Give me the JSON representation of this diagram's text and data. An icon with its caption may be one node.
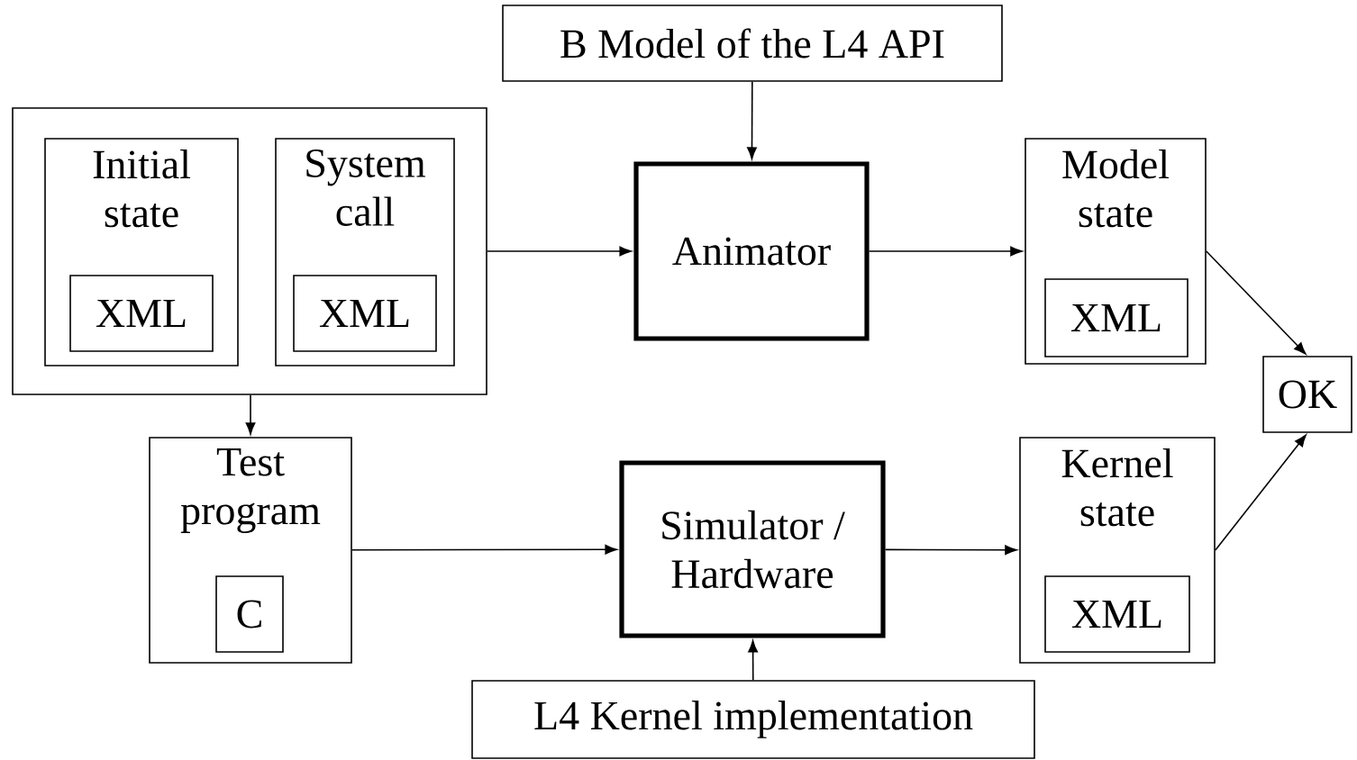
{
  "diagram": {
    "nodes": [
      {
        "text": [],
        "shape": "box"
      },
      {
        "text": [
          "Initial state"
        ],
        "in": 0
      },
      {
        "text": [
          "XML"
        ],
        "in": 1
      },
      {
        "text": [
          "System call"
        ],
        "in": 0
      },
      {
        "text": [
          "XML"
        ],
        "in": 3
      },
      {
        "text": [
          "B Model of the L4 API"
        ]
      },
      {
        "text": [
          "Animator"
        ]
      },
      {
        "text": [
          "Model state"
        ]
      },
      {
        "text": [
          "XML"
        ],
        "in": 7
      },
      {
        "text": [
          "OK"
        ]
      },
      {
        "text": [
          "Test program"
        ]
      },
      {
        "text": [
          "C"
        ],
        "in": 10
      },
      {
        "text": [
          "Simulator / Hardware"
        ]
      },
      {
        "text": [
          "Kernel state"
        ]
      },
      {
        "text": [
          "XML"
        ],
        "in": 13
      },
      {
        "text": [
          "L4 Kernel implementation"
        ]
      }
    ],
    "edges": [
      {
        "from": 0,
        "to": 6,
        "arrow": "to"
      },
      {
        "from": 5,
        "to": 6,
        "arrow": "to"
      },
      {
        "from": 6,
        "to": 7,
        "arrow": "to"
      },
      {
        "from": 7,
        "to": 9,
        "arrow": "to"
      },
      {
        "from": 0,
        "to": 10,
        "arrow": "to"
      },
      {
        "from": 10,
        "to": 12,
        "arrow": "to"
      },
      {
        "from": 12,
        "to": 13,
        "arrow": "to"
      },
      {
        "from": 13,
        "to": 9,
        "arrow": "to"
      },
      {
        "from": 15,
        "to": 12,
        "arrow": "to"
      }
    ]
  }
}
